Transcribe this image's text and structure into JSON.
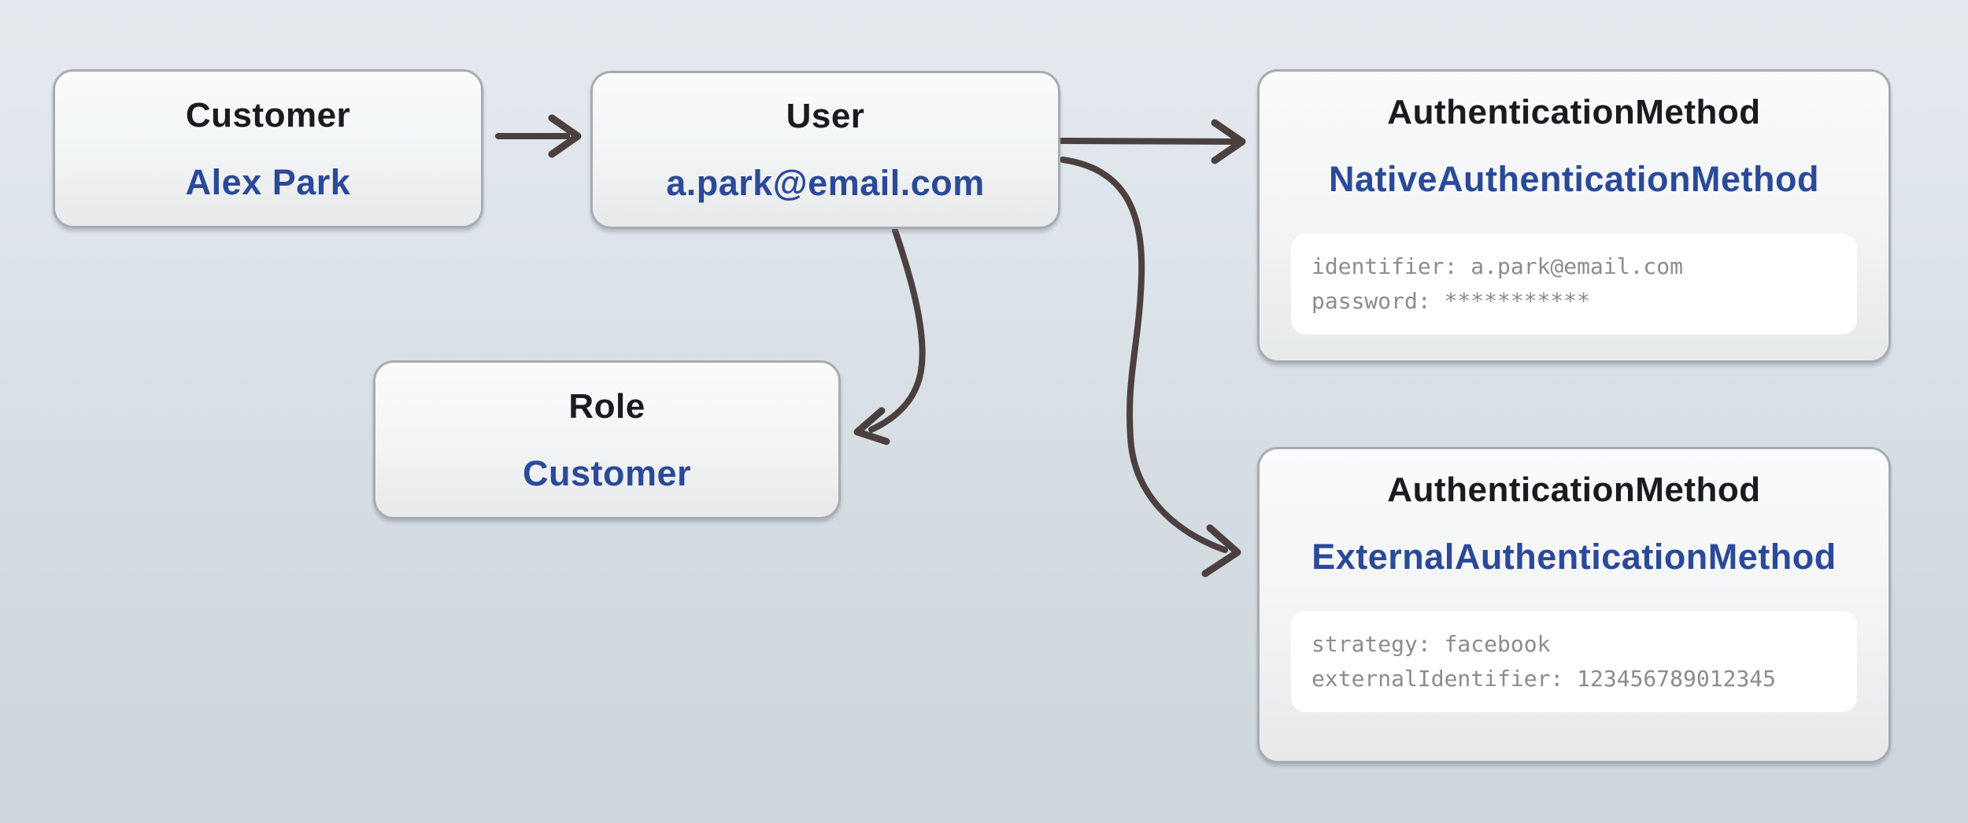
{
  "diagram": {
    "nodes": {
      "customer": {
        "title": "Customer",
        "value": "Alex Park"
      },
      "user": {
        "title": "User",
        "value": "a.park@email.com"
      },
      "role": {
        "title": "Role",
        "value": "Customer"
      },
      "native_auth": {
        "title": "AuthenticationMethod",
        "value": "NativeAuthenticationMethod",
        "attributes": {
          "line1": "identifier: a.park@email.com",
          "line2": "password: ***********"
        }
      },
      "external_auth": {
        "title": "AuthenticationMethod",
        "value": "ExternalAuthenticationMethod",
        "attributes": {
          "line1": "strategy: facebook",
          "line2": "externalIdentifier: 123456789012345"
        }
      }
    },
    "edges": [
      {
        "from": "customer",
        "to": "user"
      },
      {
        "from": "user",
        "to": "native_auth"
      },
      {
        "from": "user",
        "to": "role"
      },
      {
        "from": "user",
        "to": "external_auth"
      }
    ],
    "colors": {
      "background_top": "#e5eaef",
      "background_bottom": "#cdd6db",
      "box_border": "#a6acb0",
      "box_fill_top": "#fbfbfc",
      "box_fill_bottom": "#e8e9ea",
      "title_text": "#1a1a1f",
      "value_text": "#2a4a99",
      "attribute_text": "#8b8b90",
      "attribute_panel_fill": "#ffffff",
      "arrow": "#4c403e"
    }
  }
}
